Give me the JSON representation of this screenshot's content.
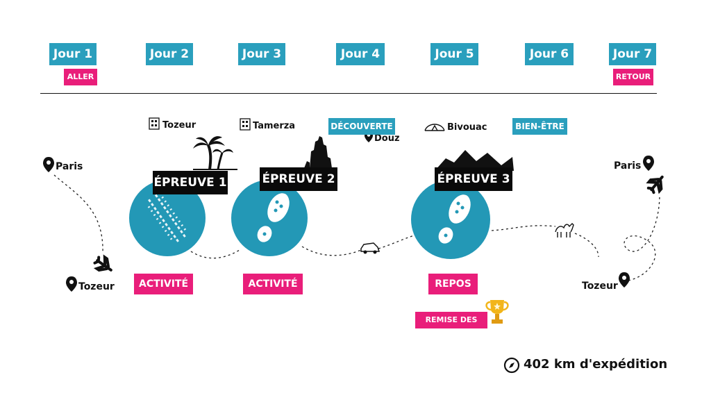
{
  "days": [
    "Jour 1",
    "Jour 2",
    "Jour 3",
    "Jour 4",
    "Jour 5",
    "Jour 6",
    "Jour 7"
  ],
  "travel": {
    "aller": "ALLER",
    "retour": "RETOUR"
  },
  "places": {
    "tozeur_top": "Tozeur",
    "tamerza": "Tamerza",
    "douz": "Douz",
    "bivouac": "Bivouac",
    "paris_left": "Paris",
    "tozeur_left": "Tozeur",
    "paris_right": "Paris",
    "tozeur_right": "Tozeur"
  },
  "tags": {
    "decouverte": "DÉCOUVERTE",
    "bien_etre": "BIEN-ÊTRE"
  },
  "epreuves": [
    "ÉPREUVE 1",
    "ÉPREUVE 2",
    "ÉPREUVE 3"
  ],
  "activities": {
    "a1": "ACTIVITÉ",
    "a2": "ACTIVITÉ",
    "repos": "REPOS",
    "remise": "REMISE DES PRIX"
  },
  "footer": {
    "distance": "402 km d'expédition"
  },
  "colors": {
    "teal": "#2a9fbd",
    "pink": "#e91e7a",
    "black": "#0a0a0a"
  },
  "icons": [
    "pin-icon",
    "plane-icon",
    "palm-tree-icon",
    "rock-formation-icon",
    "mountain-icon",
    "tire-track-icon",
    "shoe-print-icon",
    "car-icon",
    "camel-icon",
    "trophy-icon",
    "compass-icon",
    "building-icon",
    "tent-icon"
  ]
}
